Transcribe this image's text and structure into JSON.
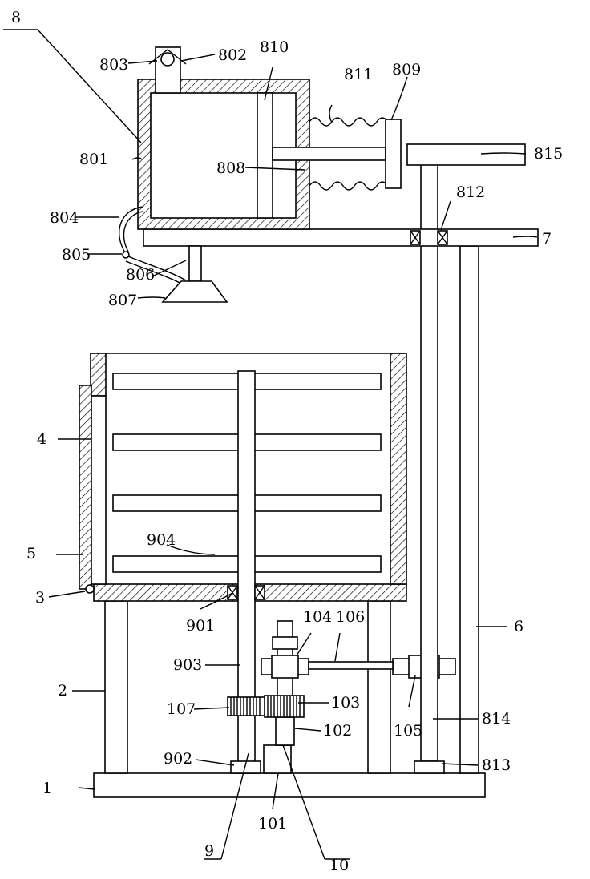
{
  "labels": {
    "l1": "1",
    "l2": "2",
    "l3": "3",
    "l4": "4",
    "l5": "5",
    "l6": "6",
    "l7": "7",
    "l8": "8",
    "l9": "9",
    "l10": "10",
    "l101": "101",
    "l102": "102",
    "l103": "103",
    "l104": "104",
    "l105": "105",
    "l106": "106",
    "l107": "107",
    "l801": "801",
    "l802": "802",
    "l803": "803",
    "l804": "804",
    "l805": "805",
    "l806": "806",
    "l807": "807",
    "l808": "808",
    "l809": "809",
    "l810": "810",
    "l811": "811",
    "l812": "812",
    "l813": "813",
    "l814": "814",
    "l815": "815",
    "l901": "901",
    "l902": "902",
    "l903": "903",
    "l904": "904"
  }
}
